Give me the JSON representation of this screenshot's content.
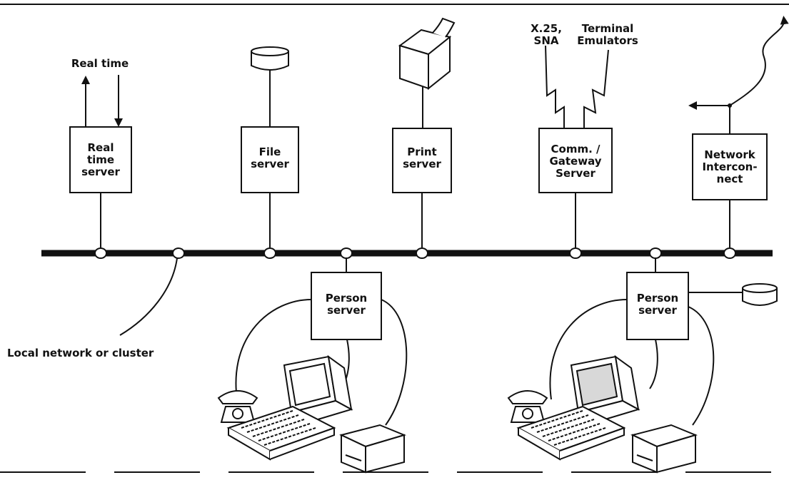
{
  "colors": {
    "ink": "#111111",
    "paper": "#ffffff"
  },
  "realtime_label": "Real time",
  "lan_label": "Local network or cluster",
  "comm_inputs": {
    "left": [
      "X.25,",
      "SNA"
    ],
    "right": [
      "Terminal",
      "Emulators"
    ]
  },
  "servers": {
    "realtime": [
      "Real",
      "time",
      "server"
    ],
    "file": [
      "File",
      "server"
    ],
    "print": [
      "Print",
      "server"
    ],
    "comm": [
      "Comm. /",
      "Gateway",
      "Server"
    ],
    "network": [
      "Network",
      "Intercon-",
      "nect"
    ],
    "person1": [
      "Person",
      "server"
    ],
    "person2": [
      "Person",
      "server"
    ]
  }
}
